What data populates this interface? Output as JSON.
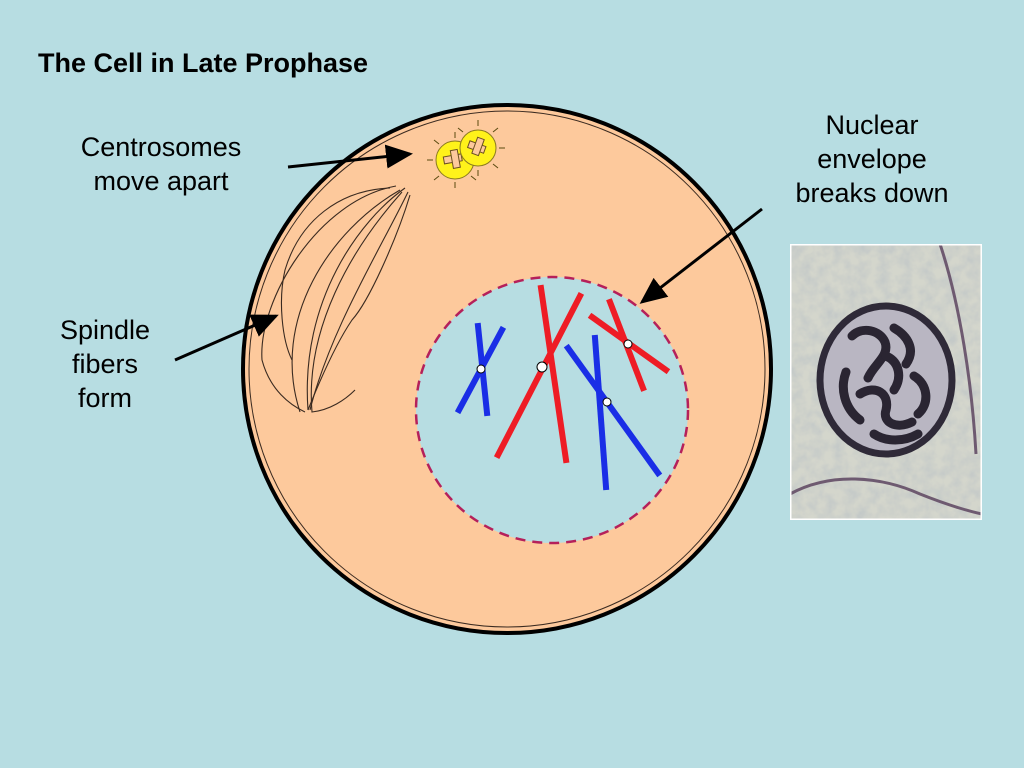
{
  "title": "The Cell in Late Prophase",
  "labels": {
    "centrosomes": [
      "Centrosomes",
      "move apart"
    ],
    "spindle": [
      "Spindle",
      "fibers",
      "form"
    ],
    "nuclear": [
      "Nuclear",
      "envelope",
      "breaks down"
    ]
  },
  "colors": {
    "background": "#b7dde2",
    "cytoplasm": "#fdc99c",
    "nucleus": "#b7dde2",
    "nuclear_envelope": "#b5205a",
    "chromosome_red": "#ee1c25",
    "chromosome_blue": "#1a2ee6",
    "centrosome": "#fff21a"
  }
}
